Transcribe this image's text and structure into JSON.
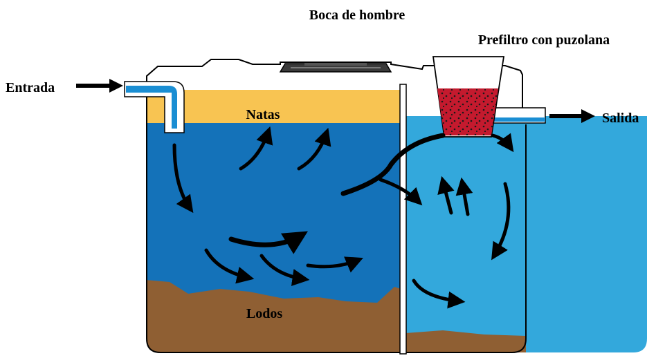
{
  "labels": {
    "manhole": "Boca de hombre",
    "prefilter": "Prefiltro con puzolana",
    "inlet": "Entrada",
    "outlet": "Salida",
    "scum": "Natas",
    "sludge": "Lodos"
  },
  "colors": {
    "scum": "#f8c452",
    "first_chamber_water": "#1472b9",
    "second_chamber_water": "#33a8dc",
    "sludge": "#8f5f33",
    "prefilter_media": "#c41a2e",
    "pipe": "#1a8ed3",
    "outline": "#000000"
  }
}
